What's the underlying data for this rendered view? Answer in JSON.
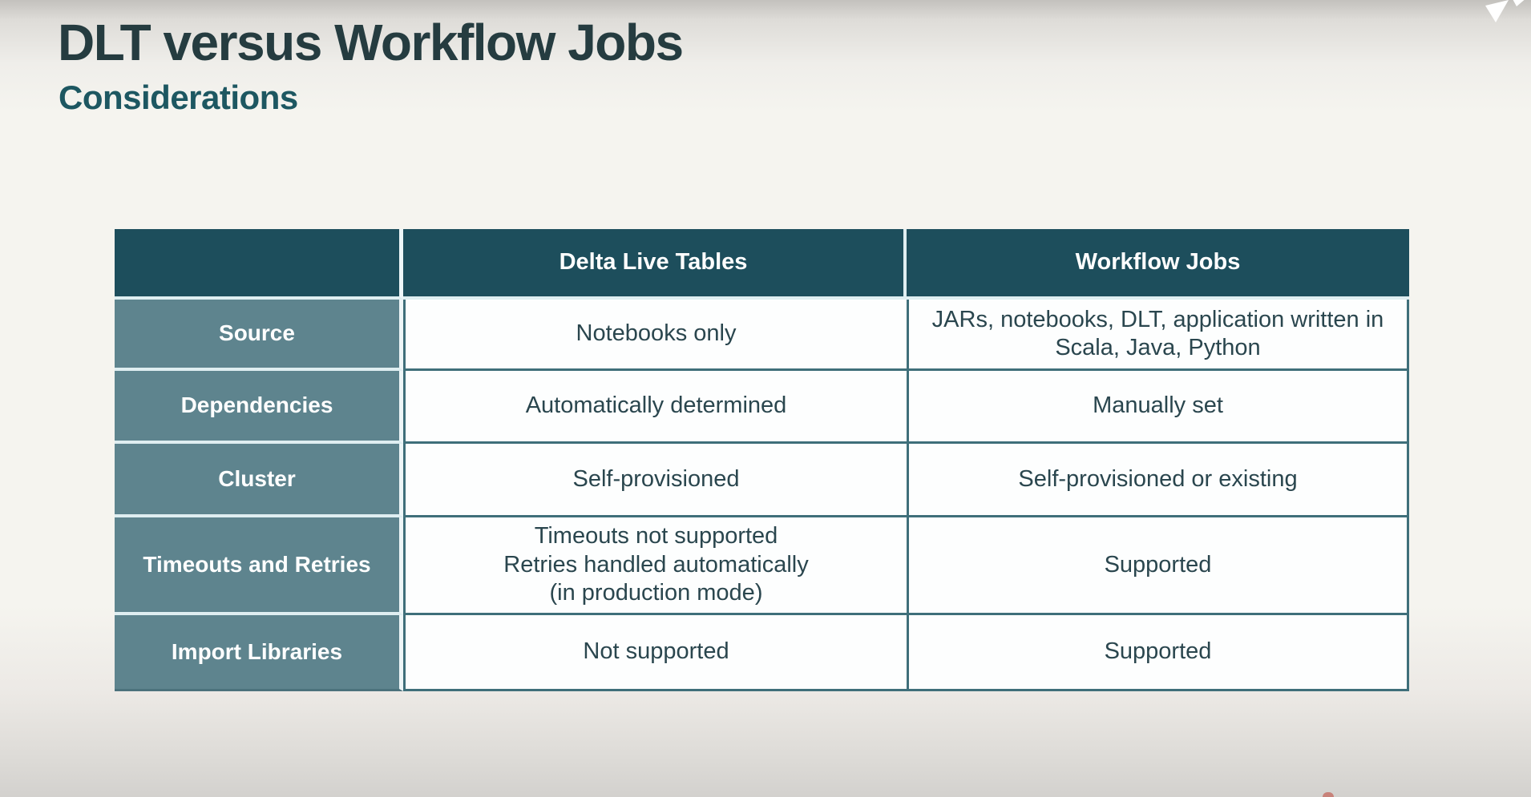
{
  "slide": {
    "title": "DLT versus Workflow Jobs",
    "subtitle": "Considerations"
  },
  "table": {
    "columns": [
      "",
      "Delta Live Tables",
      "Workflow Jobs"
    ],
    "rows": [
      {
        "label": "Source",
        "dlt": "Notebooks only",
        "workflow": "JARs, notebooks, DLT, application written in Scala, Java, Python"
      },
      {
        "label": "Dependencies",
        "dlt": "Automatically determined",
        "workflow": "Manually set"
      },
      {
        "label": "Cluster",
        "dlt": "Self-provisioned",
        "workflow": "Self-provisioned or existing"
      },
      {
        "label": "Timeouts and Retries",
        "dlt": "Timeouts not supported\nRetries handled automatically\n(in production mode)",
        "workflow": "Supported"
      },
      {
        "label": "Import Libraries",
        "dlt": "Not supported",
        "workflow": "Supported"
      }
    ]
  },
  "icons": {
    "cursor": "white-mouse-pointer",
    "bottom_edge_mark": "red-logo-tip"
  },
  "colors": {
    "background": "#f5f4ef",
    "title_text": "#253c40",
    "subtitle_text": "#1d5761",
    "header_bg": "#1d4e5c",
    "row_header_bg": "#5e848e",
    "header_text": "#ffffff",
    "cell_bg": "#fdfefe",
    "cell_text": "#2a464e",
    "grid_teal": "#3f6f7a",
    "grid_light": "#dfeef1"
  }
}
